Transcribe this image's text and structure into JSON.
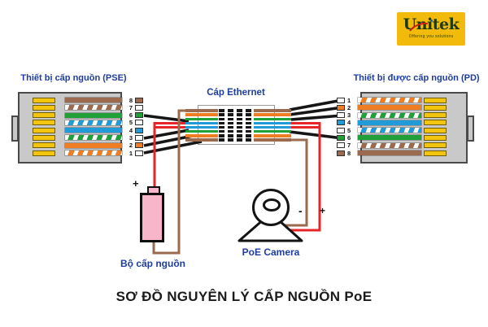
{
  "logo": {
    "name": "Unitek",
    "tagline": "Offering you solutions",
    "bg_color": "#f2ba0a",
    "text_color": "#1f3a0d",
    "swoosh_color": "#cf1f14"
  },
  "labels": {
    "pse": "Thiết bị cấp nguồn (PSE)",
    "pd": "Thiết bị được cấp nguồn (PD)",
    "cable": "Cáp Ethernet",
    "power_supply": "Bộ cấp nguồn",
    "camera": "PoE Camera",
    "title": "SƠ ĐỒ NGUYÊN LÝ CẤP NGUỒN PoE",
    "battery_plus": "+",
    "camera_minus": "-",
    "camera_plus": "+"
  },
  "colors": {
    "brown": "#9c6a4e",
    "orange": "#ee7d23",
    "green": "#20a038",
    "blue": "#209bd8",
    "red": "#e52528",
    "black_wire": "#161616",
    "pin_gold": "#f3c50e",
    "connector_gray": "#c9c9c9",
    "battery_pink": "#f8b6cb",
    "label_blue": "#1e3d9e"
  },
  "connectors": {
    "left": {
      "name": "PSE",
      "pins": [
        {
          "num": "8",
          "wire": "brown"
        },
        {
          "num": "7",
          "wire": "white-brown"
        },
        {
          "num": "6",
          "wire": "green"
        },
        {
          "num": "5",
          "wire": "white-blue"
        },
        {
          "num": "4",
          "wire": "blue"
        },
        {
          "num": "3",
          "wire": "white-green"
        },
        {
          "num": "2",
          "wire": "orange"
        },
        {
          "num": "1",
          "wire": "white-orange"
        }
      ]
    },
    "right": {
      "name": "PD",
      "pins": [
        {
          "num": "1",
          "wire": "white-orange"
        },
        {
          "num": "2",
          "wire": "orange"
        },
        {
          "num": "3",
          "wire": "white-green"
        },
        {
          "num": "4",
          "wire": "blue"
        },
        {
          "num": "5",
          "wire": "white-blue"
        },
        {
          "num": "6",
          "wire": "green"
        },
        {
          "num": "7",
          "wire": "white-brown"
        },
        {
          "num": "8",
          "wire": "brown"
        }
      ]
    }
  },
  "cable": {
    "wires": [
      "brown",
      "orange",
      "green",
      "blue",
      "blue",
      "green",
      "orange",
      "brown"
    ]
  }
}
